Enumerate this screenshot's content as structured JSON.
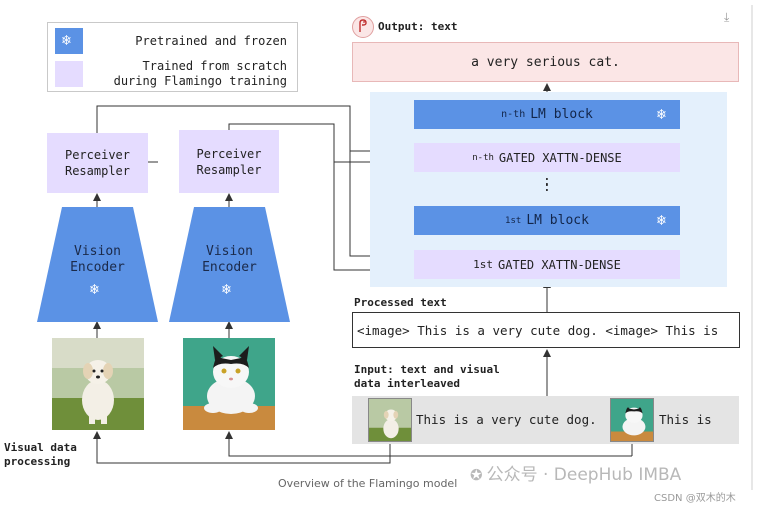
{
  "legend": {
    "frozen_label": "Pretrained and frozen",
    "trained_line1": "Trained from scratch",
    "trained_line2": "during Flamingo training",
    "frozen_icon": "snowflake-icon"
  },
  "output": {
    "label": "Output: text",
    "text": "a very serious cat."
  },
  "lm_stack": {
    "nth_lm_prefix": "n-th",
    "nth_lm_label": "LM block",
    "nth_xattn_prefix": "n-th",
    "nth_xattn_label": "GATED XATTN-DENSE",
    "ellipsis": ":",
    "first_lm_prefix": "1st",
    "first_lm_label": "LM block",
    "first_xattn_prefix": "1st",
    "first_xattn_label": "GATED XATTN-DENSE"
  },
  "perceiver": {
    "left_line1": "Perceiver",
    "left_line2": "Resampler",
    "right_line1": "Perceiver",
    "right_line2": "Resampler"
  },
  "encoders": {
    "left_line1": "Vision",
    "left_line2": "Encoder",
    "right_line1": "Vision",
    "right_line2": "Encoder"
  },
  "processed": {
    "heading": "Processed text",
    "text": "<image> This is a very cute dog. <image> This is"
  },
  "input": {
    "heading_line1": "Input: text and visual",
    "heading_line2": "data interleaved",
    "text1": "This is a very cute dog.",
    "text2": "This is"
  },
  "visual_processing": {
    "line1": "Visual data",
    "line2": "processing"
  },
  "caption": "Overview of the Flamingo model",
  "watermark": "公众号 · DeepHub IMBA",
  "csdn": "CSDN @双木的木",
  "colors": {
    "frozen_blue": "#5b92e5",
    "trained_lavender": "#e5dcff",
    "lm_background": "#e4f0fc",
    "output_pink": "#fbe6e6"
  }
}
